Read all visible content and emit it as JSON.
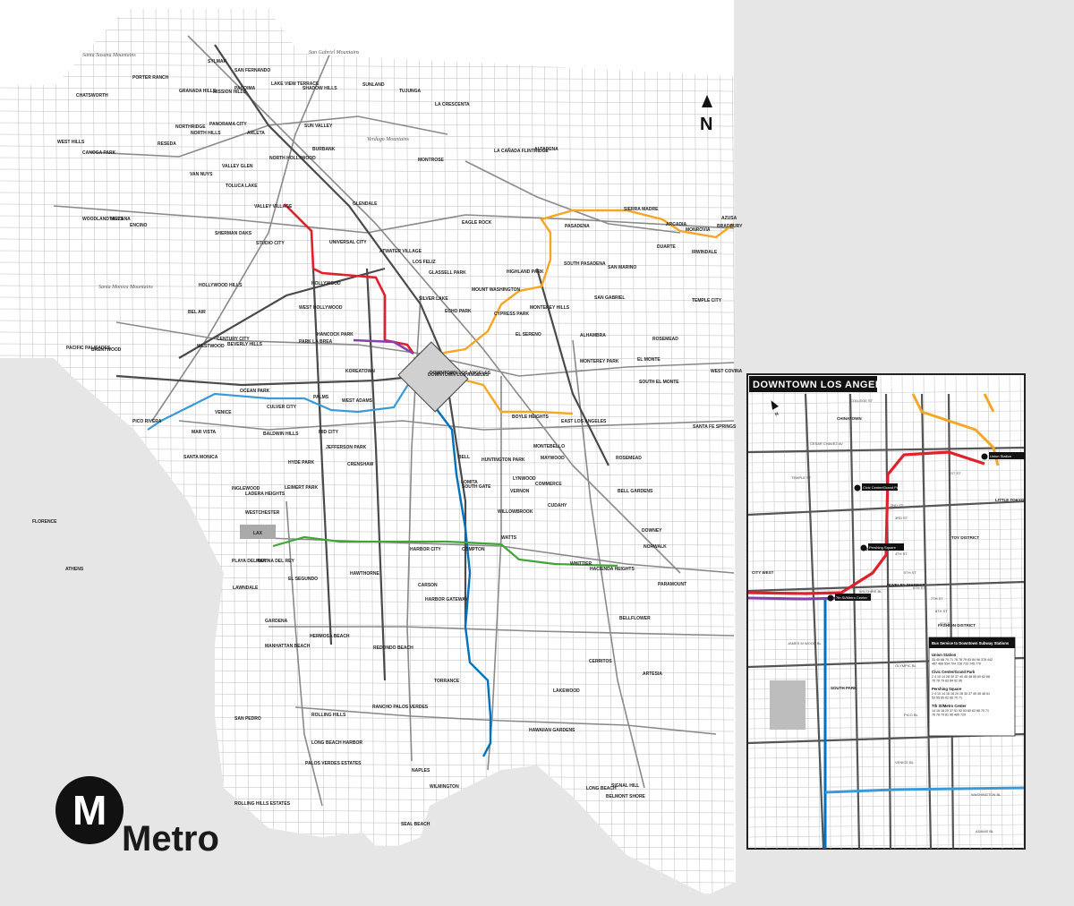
{
  "brand": {
    "name": "Metro",
    "trademark": "®",
    "logo_letter": "M"
  },
  "north_label": "N",
  "geo_features": {
    "mountains": [
      "Santa Susana Mountains",
      "San Gabriel Mountains",
      "Verdugo Mountains",
      "Santa Monica Mountains"
    ]
  },
  "neighborhoods": [
    "CHATSWORTH",
    "PORTER RANCH",
    "GRANADA HILLS",
    "NORTHRIDGE",
    "SYLMAR",
    "SAN FERNANDO",
    "PACOIMA",
    "LAKE VIEW TERRACE",
    "SHADOW HILLS",
    "SUNLAND",
    "TUJUNGA",
    "LA CRESCENTA",
    "MISSION HILLS",
    "PANORAMA CITY",
    "ARLETA",
    "SUN VALLEY",
    "NORTH HILLS",
    "RESEDA",
    "CANOGA PARK",
    "WEST HILLS",
    "WOODLAND HILLS",
    "TARZANA",
    "ENCINO",
    "VAN NUYS",
    "VALLEY GLEN",
    "NORTH HOLLYWOOD",
    "VALLEY VILLAGE",
    "TOLUCA LAKE",
    "SHERMAN OAKS",
    "STUDIO CITY",
    "UNIVERSAL CITY",
    "BURBANK",
    "GLENDALE",
    "MONTROSE",
    "LA CAÑADA FLINTRIDGE",
    "ALTADENA",
    "SIERRA MADRE",
    "PASADENA",
    "SOUTH PASADENA",
    "SAN MARINO",
    "ARCADIA",
    "MONROVIA",
    "DUARTE",
    "BRADBURY",
    "IRWINDALE",
    "AZUSA",
    "EAGLE ROCK",
    "HIGHLAND PARK",
    "GLASSELL PARK",
    "ATWATER VILLAGE",
    "LOS FELIZ",
    "SILVER LAKE",
    "ECHO PARK",
    "MOUNT WASHINGTON",
    "CYPRESS PARK",
    "MONTEREY HILLS",
    "EL SERENO",
    "ALHAMBRA",
    "SAN GABRIEL",
    "TEMPLE CITY",
    "ROSEMEAD",
    "EL MONTE",
    "SOUTH EL MONTE",
    "WEST COVINA",
    "HOLLYWOOD",
    "WEST HOLLYWOOD",
    "HOLLYWOOD HILLS",
    "BEL AIR",
    "BRENTWOOD",
    "PACIFIC PALISADES",
    "WESTWOOD",
    "CENTURY CITY",
    "BEVERLY HILLS",
    "HANCOCK PARK",
    "PARK LA BREA",
    "KOREATOWN",
    "DOWNTOWN LOS ANGELES",
    "BOYLE HEIGHTS",
    "EAST LOS ANGELES",
    "MONTEBELLO",
    "MONTEREY PARK",
    "ROSEMEAD",
    "PICO RIVERA",
    "SANTA MONICA",
    "VENICE",
    "MAR VISTA",
    "OCEAN PARK",
    "CULVER CITY",
    "PALMS",
    "BALDWIN HILLS",
    "WEST ADAMS",
    "MID CITY",
    "JEFFERSON PARK",
    "CRENSHAW",
    "HYDE PARK",
    "LEIMERT PARK",
    "LADERA HEIGHTS",
    "INGLEWOOD",
    "WESTCHESTER",
    "PLAYA DEL REY",
    "MARINA DEL REY",
    "EL SEGUNDO",
    "HAWTHORNE",
    "LAWNDALE",
    "GARDENA",
    "MANHATTAN BEACH",
    "HERMOSA BEACH",
    "REDONDO BEACH",
    "TORRANCE",
    "HARBOR GATEWAY",
    "CARSON",
    "COMPTON",
    "WILLOWBROOK",
    "WATTS",
    "SOUTH GATE",
    "LYNWOOD",
    "HUNTINGTON PARK",
    "BELL",
    "MAYWOOD",
    "VERNON",
    "COMMERCE",
    "CUDAHY",
    "BELL GARDENS",
    "DOWNEY",
    "NORWALK",
    "SANTA FE SPRINGS",
    "WHITTIER",
    "HACIENDA HEIGHTS",
    "PARAMOUNT",
    "BELLFLOWER",
    "CERRITOS",
    "ARTESIA",
    "LAKEWOOD",
    "HAWAIIAN GARDENS",
    "SIGNAL HILL",
    "LONG BEACH",
    "BELMONT SHORE",
    "NAPLES",
    "SEAL BEACH",
    "WILMINGTON",
    "SAN PEDRO",
    "LONG BEACH HARBOR",
    "PALOS VERDES ESTATES",
    "ROLLING HILLS ESTATES",
    "ROLLING HILLS",
    "RANCHO PALOS VERDES",
    "LOMITA",
    "HARBOR CITY",
    "FLORENCE",
    "ATHENS"
  ],
  "airport_code": "LAX",
  "downtown_inset": {
    "title": "DOWNTOWN LOS ANGELES",
    "districts": [
      "CHINATOWN",
      "LITTLE TOKYO",
      "TOY DISTRICT",
      "JEWELRY DISTRICT",
      "FASHION DISTRICT",
      "SOUTH PARK",
      "CITY WEST",
      "BUNKER HILL"
    ],
    "streets": [
      "CESAR CHAVEZ AV",
      "TEMPLE ST",
      "1ST ST",
      "2ND ST",
      "3RD ST",
      "4TH ST",
      "5TH ST",
      "6TH ST",
      "7TH ST",
      "8TH ST",
      "9TH ST",
      "OLYMPIC BL",
      "PICO BL",
      "VENICE BL",
      "WASHINGTON BL",
      "ADAMS BL",
      "WILSHIRE BL",
      "JAMES M WOOD BL",
      "COLLEGE ST"
    ],
    "stations": [
      "Union Station",
      "Civic Center/Grand Park",
      "Pershing Square",
      "7th St/Metro Center"
    ],
    "bus_service_box": {
      "heading": "Bus Service to Downtown Subway Stations",
      "rows": [
        {
          "station": "Union Station",
          "routes": "33 40 68 70 71 76 78 79 83 84 96 378 442 487 489 534 704 728 733 745 770"
        },
        {
          "station": "Civic Center/Grand Park",
          "routes": "2 4 10 14 28 30 37 40 45 48 55 60 62 68 76 78 79 83 84 92 96"
        },
        {
          "station": "Pershing Square",
          "routes": "2 4 10 14 16 18 20 28 30 37 40 45 48 51 53 55 60 62 66 70 71"
        },
        {
          "station": "7th St/Metro Center",
          "routes": "14 16 18 20 37 51 52 53 60 62 66 70 71 76 78 79 81 96 460 720"
        }
      ]
    }
  }
}
